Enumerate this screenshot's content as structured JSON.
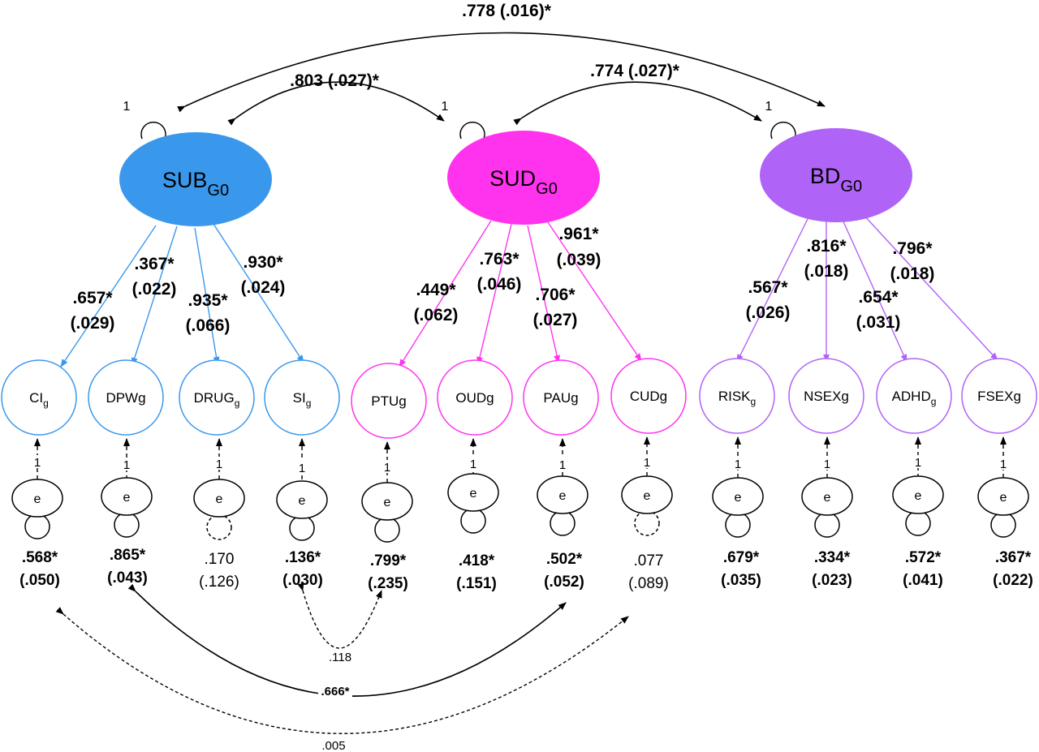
{
  "colors": {
    "sub": "#3a98ec",
    "sud": "#ff33ee",
    "bd": "#b063f7",
    "line": "#000000"
  },
  "factors": {
    "sub": {
      "label": "SUB",
      "subscript": "G0",
      "variance": "1"
    },
    "sud": {
      "label": "SUD",
      "subscript": "G0",
      "variance": "1"
    },
    "bd": {
      "label": "BD",
      "subscript": "G0",
      "variance": "1"
    }
  },
  "factor_correlations": {
    "sub_bd": ".778 (.016)*",
    "sub_sud": ".803 (.027)*",
    "sud_bd": ".774 (.027)*"
  },
  "indicators": [
    {
      "label": "CI",
      "sub": "g",
      "loading": ".657*",
      "se": "(.029)",
      "error": "e",
      "path": "1",
      "resid": ".568*",
      "resid_se": "(.050)"
    },
    {
      "label": "DPWg",
      "sub": "",
      "loading": ".367*",
      "se": "(.022)",
      "error": "e",
      "path": "1",
      "resid": ".865*",
      "resid_se": "(.043)"
    },
    {
      "label": "DRUG",
      "sub": "g",
      "loading": ".935*",
      "se": "(.066)",
      "error": "e",
      "path": "1",
      "resid": ".170",
      "resid_se": "(.126)"
    },
    {
      "label": "SI",
      "sub": "g",
      "loading": ".930*",
      "se": "(.024)",
      "error": "e",
      "path": "1",
      "resid": ".136*",
      "resid_se": "(.030)"
    },
    {
      "label": "PTUg",
      "sub": "",
      "loading": ".449*",
      "se": "(.062)",
      "error": "e",
      "path": "1",
      "resid": ".799*",
      "resid_se": "(.235)"
    },
    {
      "label": "OUDg",
      "sub": "",
      "loading": ".763*",
      "se": "(.046)",
      "error": "e",
      "path": "1",
      "resid": ".418*",
      "resid_se": "(.151)"
    },
    {
      "label": "PAUg",
      "sub": "",
      "loading": ".706*",
      "se": "(.027)",
      "error": "e",
      "path": "1",
      "resid": ".502*",
      "resid_se": "(.052)"
    },
    {
      "label": "CUDg",
      "sub": "",
      "loading": ".961*",
      "se": "(.039)",
      "error": "e",
      "path": "1",
      "resid": ".077",
      "resid_se": "(.089)"
    },
    {
      "label": "RISK",
      "sub": "g",
      "loading": ".567*",
      "se": "(.026)",
      "error": "e",
      "path": "1",
      "resid": ".679*",
      "resid_se": "(.035)"
    },
    {
      "label": "NSEXg",
      "sub": "",
      "loading": ".816*",
      "se": "(.018)",
      "error": "e",
      "path": "1",
      "resid": ".334*",
      "resid_se": "(.023)"
    },
    {
      "label": "ADHD",
      "sub": "g",
      "loading": ".654*",
      "se": "(.031)",
      "error": "e",
      "path": "1",
      "resid": ".572*",
      "resid_se": "(.041)"
    },
    {
      "label": "FSEXg",
      "sub": "",
      "loading": ".796*",
      "se": "(.018)",
      "error": "e",
      "path": "1",
      "resid": ".367*",
      "resid_se": "(.022)"
    }
  ],
  "residual_correlations": {
    "si_ptu": ".118",
    "dpw_pau": ".666*",
    "ci_cud": ".005"
  }
}
